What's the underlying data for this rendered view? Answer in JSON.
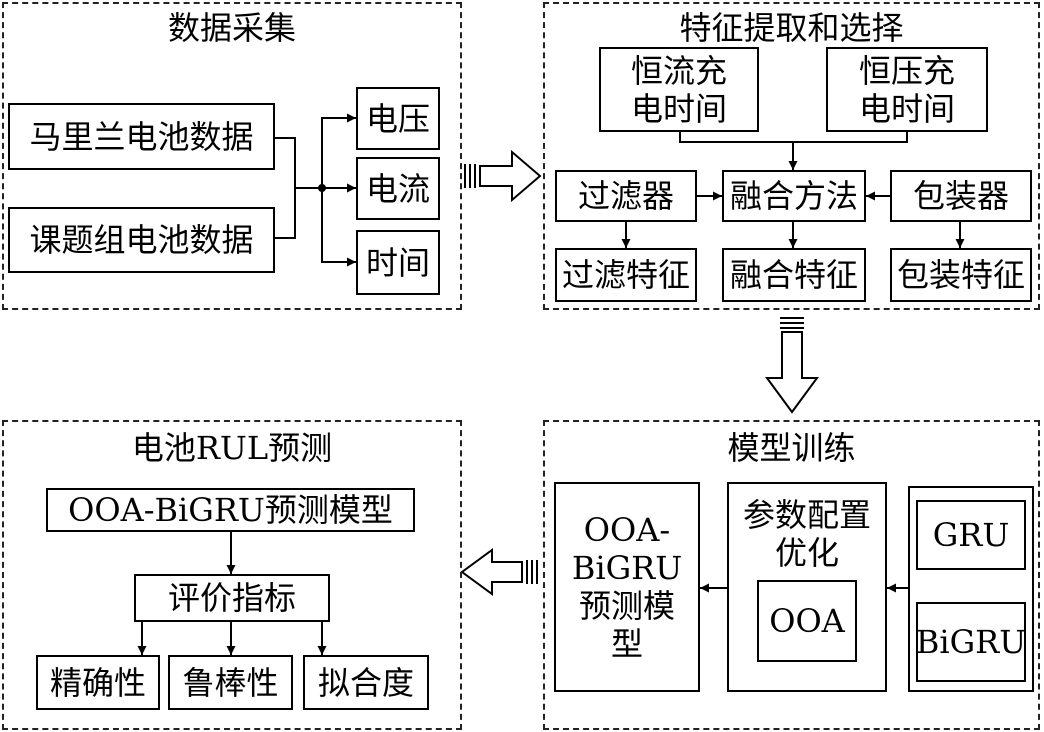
{
  "data_acquisition": {
    "title": "数据采集",
    "source_maryland": "马里兰电池数据",
    "source_group": "课题组电池数据",
    "out_voltage": "电压",
    "out_current": "电流",
    "out_time": "时间"
  },
  "feature_extraction": {
    "title": "特征提取和选择",
    "cc_time": "恒流充电时间",
    "cv_time": "恒压充电时间",
    "filter": "过滤器",
    "fusion": "融合方法",
    "wrapper": "包装器",
    "filter_feature": "过滤特征",
    "fusion_feature": "融合特征",
    "wrapper_feature": "包装特征"
  },
  "model_training": {
    "title": "模型训练",
    "model_name": "OOA-BiGRU预测模型",
    "param_opt": "参数配置优化",
    "ooa": "OOA",
    "gru": "GRU",
    "bigru": "BiGRU"
  },
  "rul_prediction": {
    "title": "电池RUL预测",
    "model": "OOA-BiGRU预测模型",
    "metrics": "评价指标",
    "accuracy": "精确性",
    "robustness": "鲁棒性",
    "goodness_of_fit": "拟合度"
  }
}
